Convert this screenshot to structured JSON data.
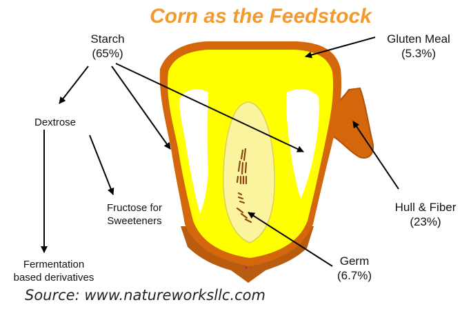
{
  "title": "Corn as the Feedstock",
  "source": "Source: www.natureworksllc.com",
  "labels": {
    "starch": {
      "name": "Starch",
      "value": "(65%)"
    },
    "gluten": {
      "name": "Gluten Meal",
      "value": "(5.3%)"
    },
    "hull": {
      "name": "Hull & Fiber",
      "value": "(23%)"
    },
    "germ": {
      "name": "Germ",
      "value": "(6.7%)"
    },
    "dextrose": "Dextrose",
    "fructose": {
      "line1": "Fructose for",
      "line2": "Sweeteners"
    },
    "fermentation": {
      "line1": "Fermentation",
      "line2": "based derivatives"
    }
  },
  "colors": {
    "title": "#f29a2e",
    "endosperm": "#ffff00",
    "hull": "#d4660b",
    "tip_cap": "#b85c10",
    "germ": "#fbf39e",
    "germ_detail": "#8b4513"
  }
}
